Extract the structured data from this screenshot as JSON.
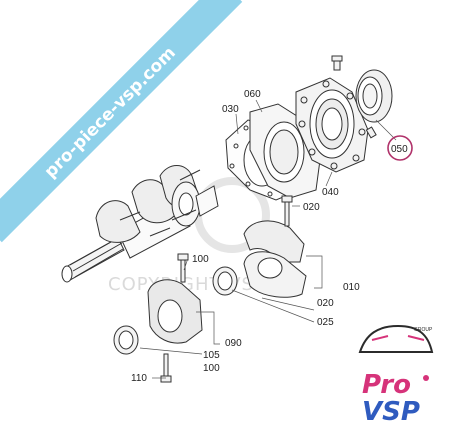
{
  "banner": {
    "text": "pro-piece-vsp.com",
    "color": "#8fd1ea"
  },
  "watermark": {
    "text": "COPYRIGHT VSP"
  },
  "parts": [
    {
      "id": "p010",
      "label": "010"
    },
    {
      "id": "p020a",
      "label": "020"
    },
    {
      "id": "p020b",
      "label": "020"
    },
    {
      "id": "p025",
      "label": "025"
    },
    {
      "id": "p030",
      "label": "030"
    },
    {
      "id": "p040",
      "label": "040"
    },
    {
      "id": "p050",
      "label": "050",
      "highlighted": true
    },
    {
      "id": "p060",
      "label": "060"
    },
    {
      "id": "p090",
      "label": "090"
    },
    {
      "id": "p100a",
      "label": "100"
    },
    {
      "id": "p100b",
      "label": "100"
    },
    {
      "id": "p105",
      "label": "105"
    },
    {
      "id": "p110",
      "label": "110"
    }
  ],
  "highlight_color": "#b0326a",
  "logo": {
    "group": "GROUP",
    "pro": "Pro",
    "vsp": "VSP",
    "pink": "#d6337a",
    "blue": "#2f5bbf",
    "dark": "#2b2b2b"
  }
}
